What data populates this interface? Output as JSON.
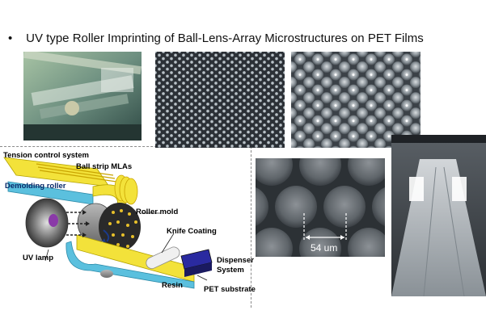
{
  "slide": {
    "bullet": "•",
    "title": "UV type Roller Imprinting of Ball-Lens-Array Microstructures on PET Films"
  },
  "diagram": {
    "labels": {
      "tension": "Tension control system",
      "ball_strip": "Ball strip MLAs",
      "demolding": "Demolding roller",
      "roller_mold": "Roller mold",
      "knife": "Knife Coating",
      "uv_lamp": "UV lamp",
      "dispenser_1": "Dispenser",
      "dispenser_2": "System",
      "resin": "Resin",
      "pet": "PET substrate"
    }
  },
  "micro_zoom": {
    "scale_label": "54 um"
  },
  "colors": {
    "film_yellow": "#f3e23a",
    "roller_mold": "#2a2a2a",
    "dispenser": "#2a2aa0",
    "pet_blue": "#5bc0de"
  }
}
